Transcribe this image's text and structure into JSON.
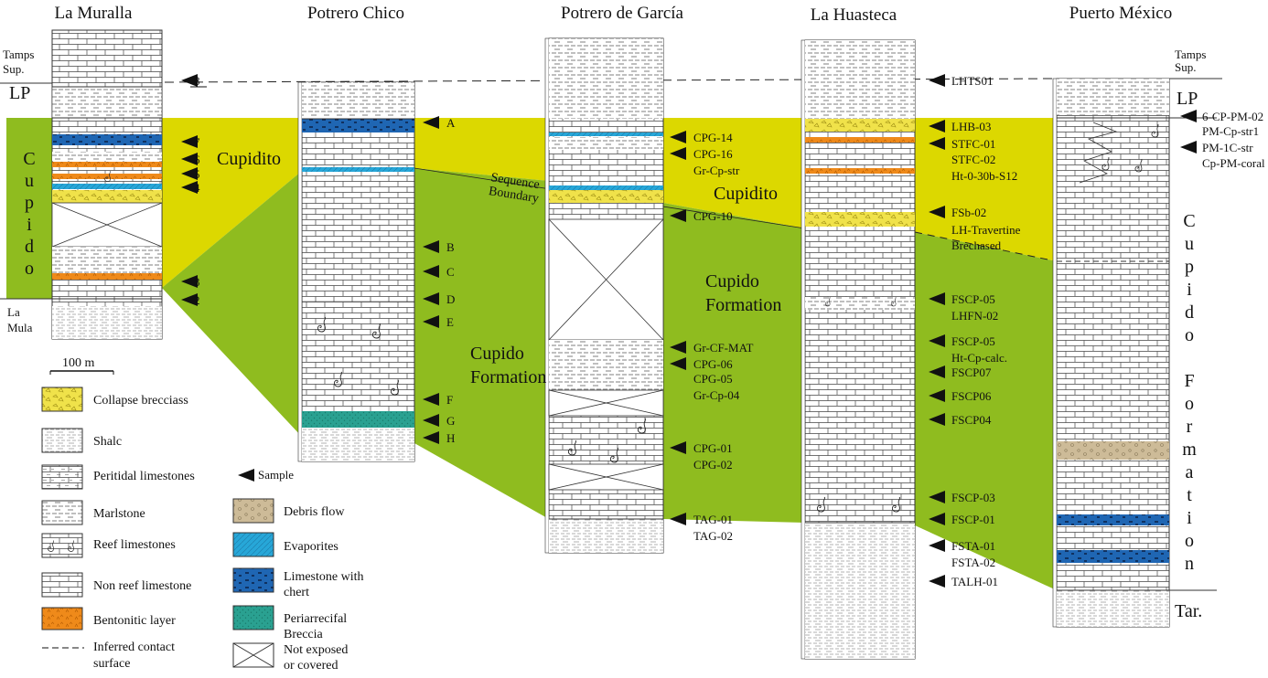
{
  "colors": {
    "cupidito_yellow": "#dcd800",
    "cupido_green": "#8fbc1f",
    "bentonite_orange": "#ef8a1a",
    "evaporite_blue": "#27a7d8",
    "chert_blue": "#1f66b3",
    "breccia_teal": "#2aa191",
    "debris_tan": "#cdbb98",
    "collapse_yellow": "#f0e24a"
  },
  "columns": {
    "muralla": {
      "title": "La Muralla",
      "top_unit": "Tamps\nSup.",
      "lp": "LP",
      "side_letters": [
        "C",
        "u",
        "p",
        "i",
        "d",
        "o"
      ],
      "bottom_unit": "La\nMula",
      "samples": [
        "8",
        "7",
        "6",
        "5",
        "4",
        "3",
        "2"
      ]
    },
    "chico": {
      "title": "Potrero Chico",
      "samples": [
        "A",
        "B",
        "C",
        "D",
        "E",
        "F",
        "G",
        "H"
      ]
    },
    "garcia": {
      "title": "Potrero de García",
      "samples": [
        "CPG-14",
        "CPG-16",
        "Gr-Cp-str",
        "CPG-10",
        "Gr-CF-MAT",
        "CPG-06",
        "CPG-05",
        "Gr-Cp-04",
        "CPG-01",
        "CPG-02",
        "TAG-01",
        "TAG-02"
      ]
    },
    "huasteca": {
      "title": "La Huasteca",
      "samples": [
        "LHTS01",
        "LHB-03",
        "STFC-01",
        "STFC-02",
        "Ht-0-30b-S12",
        "FSb-02",
        "LH-Travertine",
        "Brechased",
        "FSCP-05",
        "LHFN-02",
        "FSCP-05",
        "Ht-Cp-calc.",
        "FSCP07",
        "FSCP06",
        "FSCP04",
        "FSCP-03",
        "FSCP-01",
        "FSTA-01",
        "FSTA-02",
        "TALH-01"
      ]
    },
    "mexico": {
      "title": "Puerto México",
      "top_unit": "Tamps\nSup.",
      "lp": "LP",
      "samples": [
        "6-CP-PM-02",
        "PM-Cp-str1",
        "PM-1C-str",
        "Cp-PM-coral"
      ],
      "side_letters": [
        "C",
        "u",
        "p",
        "i",
        "d",
        "o",
        "",
        "F",
        "o",
        "r",
        "m",
        "a",
        "t",
        "i",
        "o",
        "n"
      ],
      "bottom_unit": "Tar."
    }
  },
  "zones": {
    "cupidito_1": "Cupidito",
    "cupidito_2": "Cupidito",
    "sequence_boundary": "Sequence\nBoundary",
    "cupido_1": "Cupido\nFormation",
    "cupido_2": "Cupido\nFormation"
  },
  "scale": "100 m",
  "legend": {
    "left": [
      "Collapse brecciass",
      "Shalc",
      "Peritidal limestones",
      "Marlstone",
      "Reef limestones",
      "Non reef limestone",
      "Bentonitic layer",
      "Inferred contact\nsurface"
    ],
    "sample": "Sample",
    "right": [
      "Debris flow",
      "Evaporites",
      "Limestone with\nchert",
      "Periarrecifal\nBreccia",
      "Not exposed\nor covered"
    ]
  }
}
